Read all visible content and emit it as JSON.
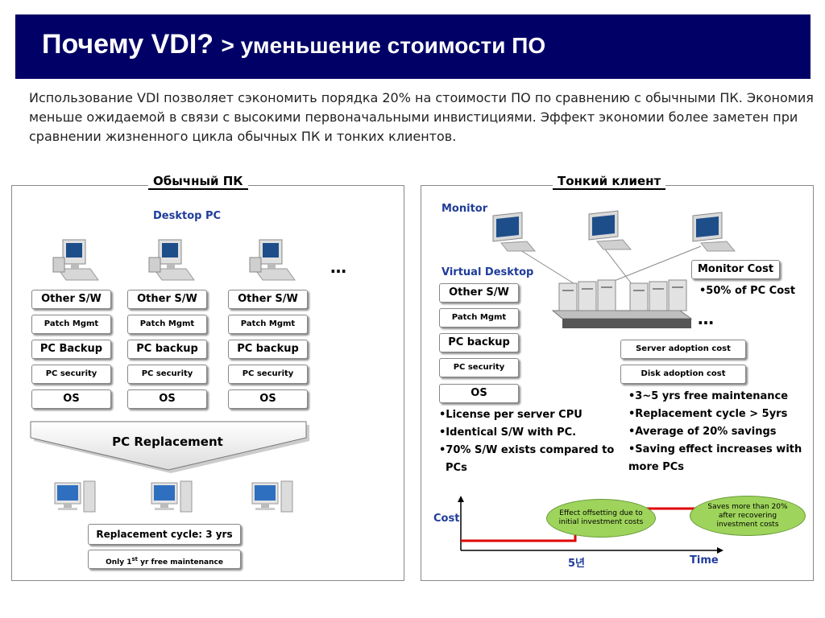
{
  "header": {
    "title_main": "Почему VDI?",
    "title_sub": "> уменьшение стоимости ПО"
  },
  "intro": "Использование VDI позволяет сэкономить порядка 20% на стоимости ПО по сравнению с обычными ПК. Экономия меньше ожидаемой в связи с высокими первоначальными инвистициями. Эффект экономии более заметен при сравнении жизненного цикла обычных ПК и тонких клиентов.",
  "left_panel": {
    "title": "Обычный ПК",
    "desktop_label": "Desktop PC",
    "ellipsis": "…",
    "stacks": [
      {
        "other_sw": "Other S/W",
        "patch": "Patch Mgmt",
        "backup": "PC Backup",
        "security": "PC security",
        "os": "OS"
      },
      {
        "other_sw": "Other S/W",
        "patch": "Patch Mgmt",
        "backup": "PC backup",
        "security": "PC security",
        "os": "OS"
      },
      {
        "other_sw": "Other S/W",
        "patch": "Patch Mgmt",
        "backup": "PC backup",
        "security": "PC security",
        "os": "OS"
      }
    ],
    "replacement_label": "PC Replacement",
    "cycle_label": "Replacement cycle: 3 yrs",
    "maintenance_pre": "Only 1",
    "maintenance_sup": "st",
    "maintenance_post": " yr free maintenance"
  },
  "right_panel": {
    "title": "Тонкий клиент",
    "monitor_label": "Monitor",
    "virtual_label": "Virtual Desktop",
    "stack": {
      "other_sw": "Other S/W",
      "patch": "Patch Mgmt",
      "backup": "PC backup",
      "security": "PC security",
      "os": "OS"
    },
    "monitor_cost": "Monitor Cost",
    "monitor_cost_note": "•50% of PC Cost",
    "ellipsis": "…",
    "server_cost": "Server adoption cost",
    "disk_cost": "Disk adoption cost",
    "left_bullets": [
      "•License per server CPU",
      "•Identical S/W with PC.",
      "•70% S/W exists compared to",
      "PCs"
    ],
    "right_bullets": [
      "•3~5 yrs free maintenance",
      "•Replacement cycle  >  5yrs",
      "•Average of 20% savings",
      "•Saving effect increases with",
      "more PCs"
    ],
    "chart": {
      "y_label": "Cost",
      "x_label": "Time",
      "x_tick": "5년",
      "bubble1": "Effect offsetting due to initial investment costs",
      "bubble2": "Saves more than 20% after recovering investment costs"
    }
  },
  "colors": {
    "title_bg": "#000066",
    "accent_blue": "#1f3c9a",
    "cost_line": "#e00000",
    "bubble": "#9ed45b"
  }
}
